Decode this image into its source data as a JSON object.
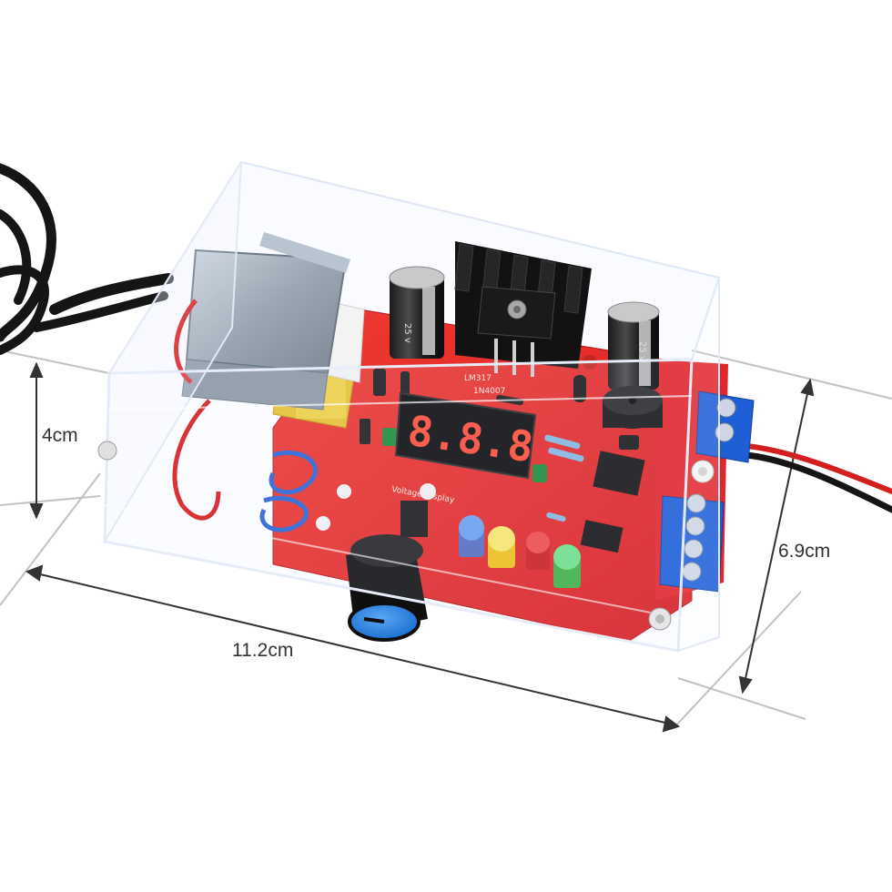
{
  "dimensions": {
    "height": "4cm",
    "length": "11.2cm",
    "depth": "6.9cm"
  },
  "display": {
    "digits": "8.8.8"
  },
  "capacitor_left": {
    "rating": "25 v"
  },
  "capacitor_right": {
    "rating": "25 v"
  },
  "pcb_labels": {
    "regulator": "LM317",
    "diode": "1N4007",
    "section": "Voltage Display"
  },
  "colors": {
    "pcb": "#e8242a",
    "terminal": "#1e5fd8",
    "knob_cap": "#2d86e6",
    "led_blue": "#3a7ad8",
    "led_yellow": "#f2d21a",
    "led_red": "#e8242a",
    "led_green": "#2ec04a",
    "dimension_line": "#bdbdbd"
  }
}
